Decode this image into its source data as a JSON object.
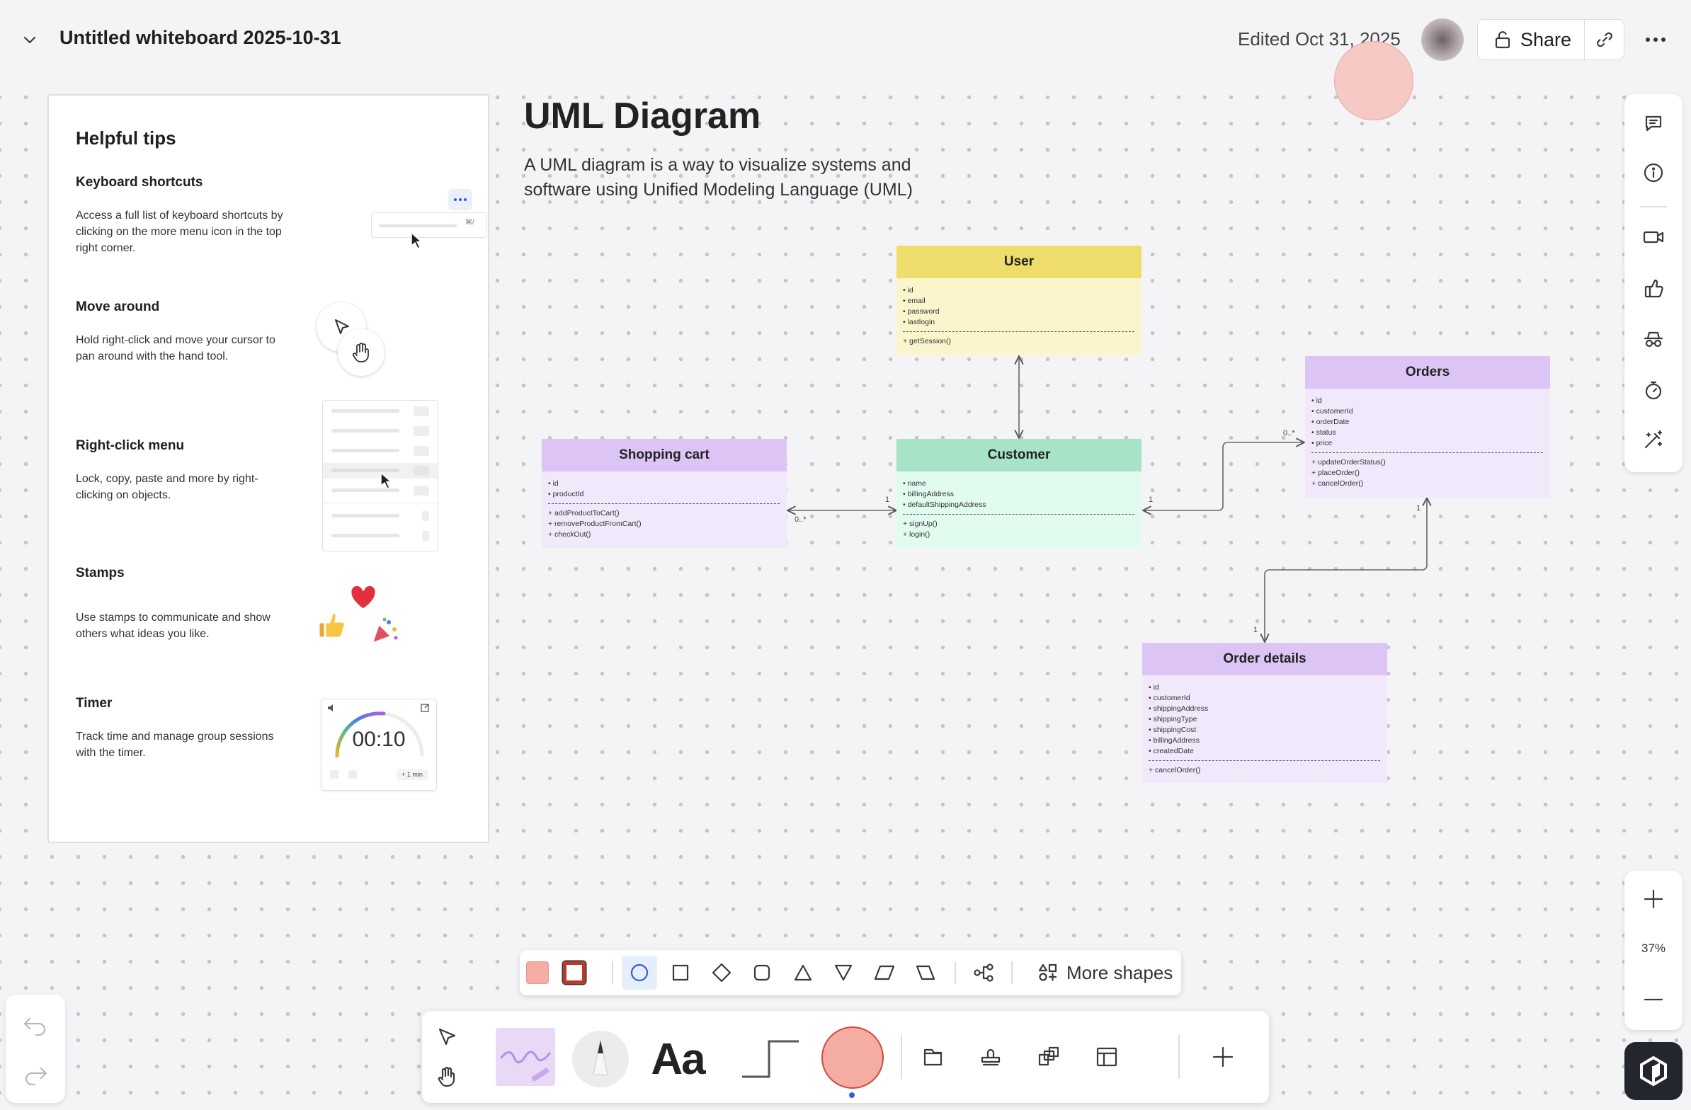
{
  "header": {
    "title": "Untitled whiteboard 2025-10-31",
    "edited": "Edited Oct 31, 2025",
    "share_label": "Share"
  },
  "tips": {
    "title": "Helpful tips",
    "items": [
      {
        "heading": "Keyboard shortcuts",
        "body": "Access a full list of keyboard shortcuts by clicking on the more menu icon in the top right corner."
      },
      {
        "heading": "Move around",
        "body": "Hold right-click and move your cursor to pan around with the hand tool."
      },
      {
        "heading": "Right-click menu",
        "body": "Lock, copy, paste and more by right-clicking on objects."
      },
      {
        "heading": "Stamps",
        "body": "Use stamps to communicate and show others what ideas you like."
      },
      {
        "heading": "Timer",
        "body": "Track time and manage group sessions with the timer."
      }
    ],
    "shortcut_hint": "⌘/",
    "timer_value": "00:10",
    "timer_add": "+ 1 min"
  },
  "canvas": {
    "title": "UML Diagram",
    "description": "A UML diagram is a way to visualize systems and software using Unified Modeling Language (UML)"
  },
  "uml": {
    "user": {
      "name": "User",
      "attrs": [
        "• id",
        "• email",
        "• password",
        "• lastlogin"
      ],
      "methods": [
        "+ getSession()"
      ]
    },
    "customer": {
      "name": "Customer",
      "attrs": [
        "• name",
        "• billingAddress",
        "• defaultShippingAddress"
      ],
      "methods": [
        "+ signUp()",
        "+ login()"
      ]
    },
    "cart": {
      "name": "Shopping cart",
      "attrs": [
        "• id",
        "• productId"
      ],
      "methods": [
        "+ addProductToCart()",
        "+ removeProductFromCart()",
        "+ checkOut()"
      ]
    },
    "orders": {
      "name": "Orders",
      "attrs": [
        "• id",
        "• customerId",
        "• orderDate",
        "• status",
        "• price"
      ],
      "methods": [
        "+ updateOrderStatus()",
        "+ placeOrder()",
        "+ cancelOrder()"
      ]
    },
    "details": {
      "name": "Order details",
      "attrs": [
        "• id",
        "• customerId",
        "• shippingAddress",
        "• shippingType",
        "• shippingCost",
        "• billingAddress",
        "• createdDate"
      ],
      "methods": [
        "+ cancelOrder()"
      ]
    },
    "multiplicity": {
      "cart_customer_a": "1",
      "cart_customer_b": "0..*",
      "customer_orders_a": "1",
      "customer_orders_b": "0..*",
      "orders_details_a": "1",
      "orders_details_b": "1"
    }
  },
  "shapebar": {
    "more_label": "More shapes"
  },
  "toolbar": {
    "text_label": "Aa"
  },
  "zoom": {
    "level": "37%"
  },
  "colors": {
    "fill_swatch": "#f4aca3",
    "stroke_swatch": "#b73a2f",
    "user_header": "#eedd6a",
    "customer_header": "#a6e3c7",
    "purple_header": "#dcc4f4",
    "sticky_circle": "#f6c9c5"
  },
  "icons": [
    "chevron-down-icon",
    "lock-open-icon",
    "link-icon",
    "more-horizontal-icon",
    "comment-icon",
    "info-icon",
    "video-icon",
    "thumbs-up-icon",
    "incognito-icon",
    "timer-icon",
    "magic-wand-icon",
    "plus-icon",
    "minus-icon",
    "undo-icon",
    "redo-icon",
    "pointer-icon",
    "hand-icon",
    "pen-icon",
    "pencil-icon",
    "connector-icon",
    "frame-icon",
    "stamp-icon",
    "shapes-icon",
    "template-icon",
    "flowchart-icon",
    "more-shapes-icon"
  ]
}
